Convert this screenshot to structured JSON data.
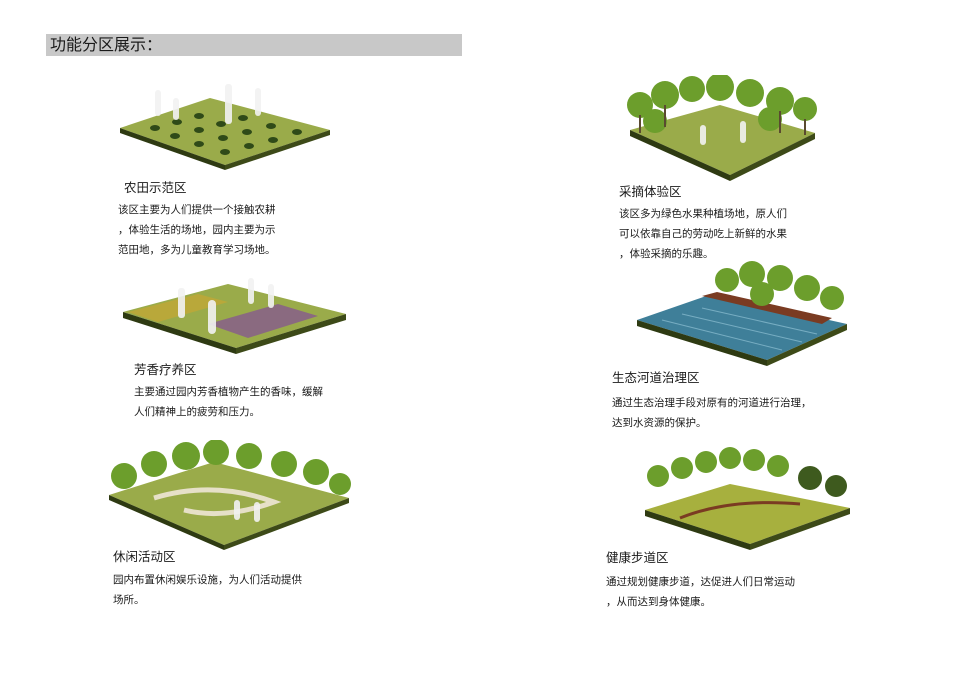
{
  "header": {
    "title": "功能分区展示："
  },
  "colors": {
    "header_bg": "#c8c8c8",
    "grass": "#9aab4a",
    "grass_side": "#2e3a12",
    "tree": "#6c9e2c",
    "water": "#3f7f99",
    "soil": "#7a3b22",
    "flowers": "#8a6a80"
  },
  "zones": [
    {
      "id": "farm",
      "title": "农田示范区",
      "lines": [
        "该区主要为人们提供一个接触农耕",
        "，体验生活的场地，园内主要为示",
        "范田地，多为儿童教育学习场地。"
      ],
      "icon": "farmland-illustration"
    },
    {
      "id": "picking",
      "title": "采摘体验区",
      "lines": [
        "该区多为绿色水果种植场地，原人们",
        "可以依靠自己的劳动吃上新鲜的水果",
        "，体验采摘的乐趣。"
      ],
      "icon": "orchard-illustration"
    },
    {
      "id": "aroma",
      "title": "芳香疗养区",
      "lines": [
        "主要通过园内芳香植物产生的香味，缓解",
        "人们精神上的疲劳和压力。"
      ],
      "icon": "aromatic-garden-illustration"
    },
    {
      "id": "river",
      "title": "生态河道治理区",
      "lines": [
        "通过生态治理手段对原有的河道进行治理，",
        "达到水资源的保护。"
      ],
      "icon": "river-illustration"
    },
    {
      "id": "leisure",
      "title": "休闲活动区",
      "lines": [
        "园内布置休闲娱乐设施，为人们活动提供",
        "场所。"
      ],
      "icon": "leisure-park-illustration"
    },
    {
      "id": "fitness",
      "title": "健康步道区",
      "lines": [
        "通过规划健康步道，达促进人们日常运动",
        "，从而达到身体健康。"
      ],
      "icon": "fitness-trail-illustration"
    }
  ]
}
